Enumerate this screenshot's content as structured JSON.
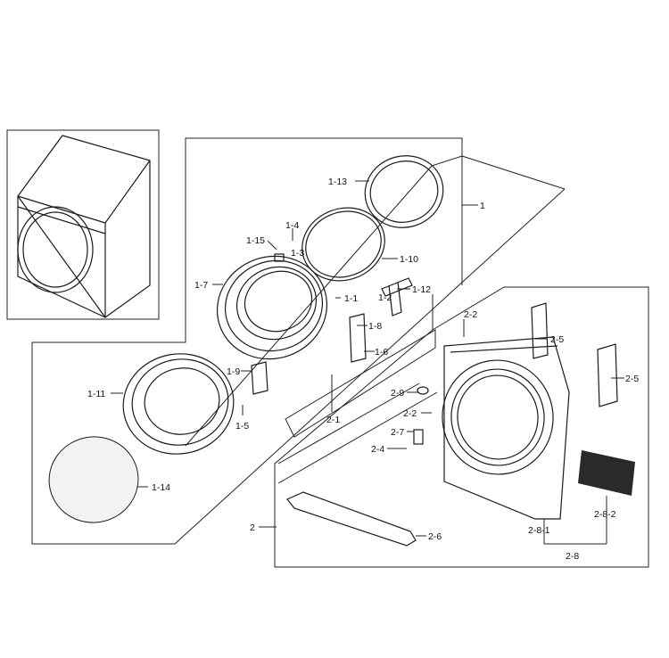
{
  "diagram": {
    "labels": {
      "p1": "1",
      "p1_1": "1-1",
      "p1_2": "1-2",
      "p1_3": "1-3",
      "p1_4": "1-4",
      "p1_5": "1-5",
      "p1_6": "1-6",
      "p1_7": "1-7",
      "p1_8": "1-8",
      "p1_9": "1-9",
      "p1_10": "1-10",
      "p1_11": "1-11",
      "p1_12": "1-12",
      "p1_13": "1-13",
      "p1_14": "1-14",
      "p1_15": "1-15",
      "p2": "2",
      "p2_1": "2-1",
      "p2_2a": "2-2",
      "p2_2b": "2-2",
      "p2_4": "2-4",
      "p2_5a": "2-5",
      "p2_5b": "2-5",
      "p2_6": "2-6",
      "p2_7": "2-7",
      "p2_8": "2-8",
      "p2_8_1": "2-8-1",
      "p2_8_2": "2-8-2",
      "p2_9": "2-9"
    }
  }
}
